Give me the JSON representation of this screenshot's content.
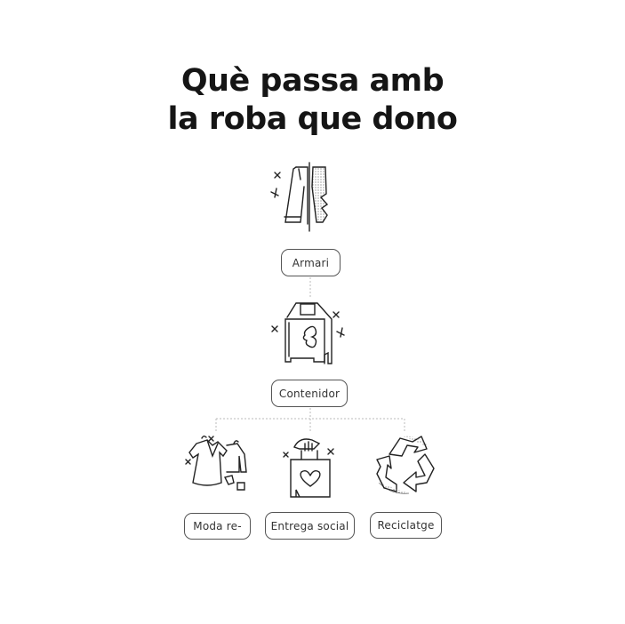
{
  "title": {
    "line1": "Què passa amb",
    "line2": "la roba que dono"
  },
  "nodes": {
    "armari": "Armari",
    "contenidor": "Contenidor",
    "moda": "Moda re-",
    "entrega": "Entrega social",
    "reciclatge": "Reciclatge"
  },
  "icons": [
    "trousers-icon",
    "donation-container-icon",
    "clothes-icon",
    "charity-bag-icon",
    "recycle-icon"
  ],
  "colors": {
    "stroke": "#222222",
    "connector": "#bbbbbb",
    "border": "#555555"
  }
}
